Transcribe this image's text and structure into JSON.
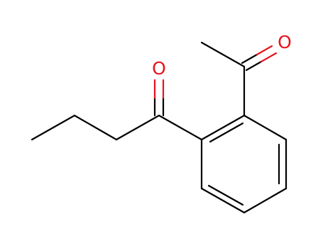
{
  "molecule": {
    "atoms": [
      {
        "id": "O1",
        "element": "O",
        "label": "O",
        "color": "#e6141e"
      },
      {
        "id": "O2",
        "element": "O",
        "label": "O",
        "color": "#e6141e"
      }
    ],
    "bond_color": "#000000"
  }
}
